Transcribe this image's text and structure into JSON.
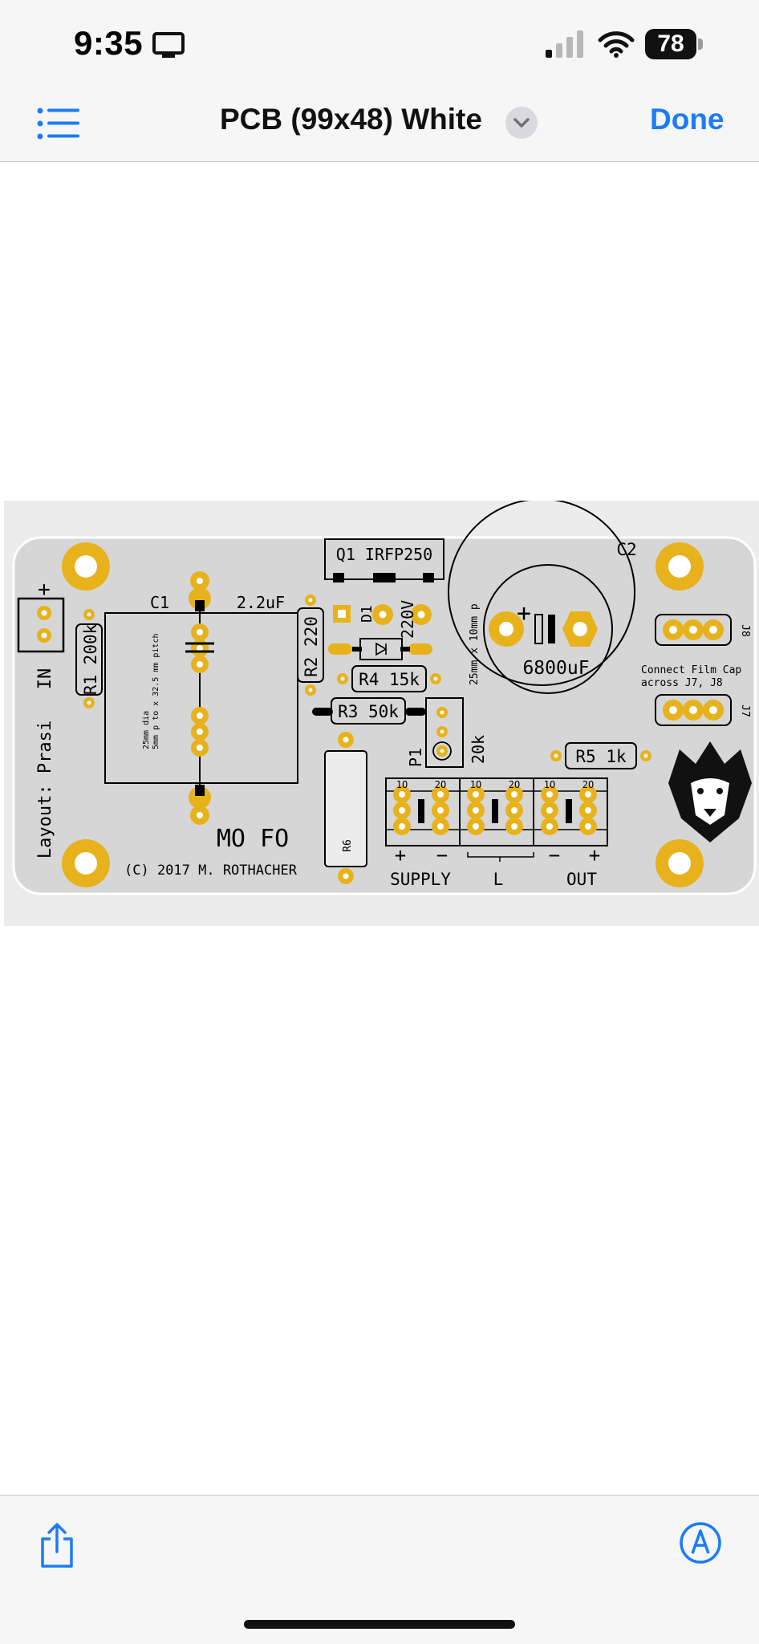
{
  "status_bar": {
    "time": "9:35",
    "battery_level": "78",
    "icons": [
      "screen-mirroring-icon",
      "cellular-signal-icon",
      "wifi-icon",
      "battery-icon"
    ]
  },
  "nav": {
    "title": "PCB (99x48) White",
    "done_label": "Done",
    "icons": [
      "list-icon",
      "chevron-down-icon"
    ],
    "accent_color": "#1c7cf5"
  },
  "pcb": {
    "board_color": "#d6d6d6",
    "pad_color": "#e7b21c",
    "labels": {
      "q1": "Q1 IRFP250",
      "c1": "C1",
      "c1_value": "2.2uF",
      "c2": "C2",
      "c2_value": "6800uF",
      "c2_size": "25mm x 10mm p",
      "c1_note_1": "25mm dia",
      "c1_note_2": "5mm p to x 32.5 mm pitch",
      "r1": "R1 200k",
      "r2": "R2 220",
      "d1": "D1",
      "d1_value": "220V",
      "r4": "R4 15k",
      "r3": "R3 50k",
      "p1": "P1",
      "p1_value": "20k",
      "r5": "R5  1k",
      "r6": "R6",
      "j8": "J8",
      "j7": "J7",
      "film_cap_note_1": "Connect Film Cap",
      "film_cap_note_2": "across J7, J8",
      "in_label": "IN",
      "plus_sign": "+",
      "layout": "Layout: Prasi",
      "title": "MO FO",
      "copyright": "(C) 2017 M. ROTHACHER",
      "supply": "SUPPLY",
      "l": "L",
      "out": "OUT",
      "term_plus": "+",
      "term_minus": "−",
      "out_minus": "−",
      "out_plus": "+",
      "pin_1": "1O",
      "pin_2": "2O"
    }
  },
  "toolbar": {
    "icons": [
      "share-icon",
      "markup-icon"
    ]
  }
}
